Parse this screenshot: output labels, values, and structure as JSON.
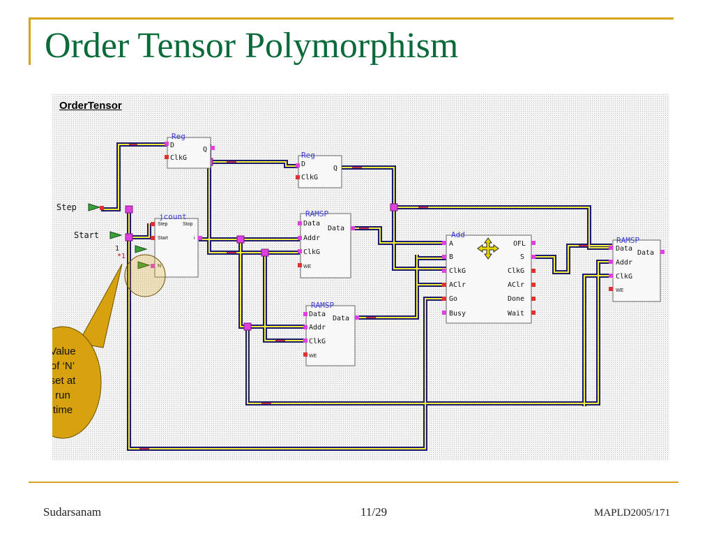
{
  "slide": {
    "title": "Order Tensor Polymorphism",
    "footer_left": "Sudarsanam",
    "footer_center": "11/29",
    "footer_right": "MAPLD2005/171"
  },
  "diagram": {
    "sheet_title": "OrderTensor",
    "inputs": {
      "step": "Step",
      "start": "Start",
      "const_one": "1",
      "const_one_star": "*1"
    },
    "reg1": {
      "name": "Reg",
      "port_d": "D",
      "port_clkg": "ClkG",
      "port_q": "Q"
    },
    "reg2": {
      "name": "Reg",
      "port_d": "D",
      "port_clkg": "ClkG",
      "port_q": "Q"
    },
    "jcount": {
      "name": "jcount",
      "port_step": "Step",
      "port_start": "Start",
      "port_stop": "Stop",
      "port_n": "N",
      "port_i": "i"
    },
    "ramsp1": {
      "name": "RAMSP",
      "port_data_in": "Data",
      "port_data_out": "Data",
      "port_addr": "Addr",
      "port_clkg": "ClkG",
      "port_we": "WE"
    },
    "ramsp2": {
      "name": "RAMSP",
      "port_data_in": "Data",
      "port_data_out": "Data",
      "port_addr": "Addr",
      "port_clkg": "ClkG",
      "port_we": "WE"
    },
    "ramsp3": {
      "name": "RAMSP",
      "port_data_in": "Data",
      "port_data_out": "Data",
      "port_addr": "Addr",
      "port_clkg": "ClkG",
      "port_we": "WE"
    },
    "add": {
      "name": "Add",
      "port_a": "A",
      "port_b": "B",
      "port_clkg_in": "ClkG",
      "port_aclr_in": "AClr",
      "port_go": "Go",
      "port_busy": "Busy",
      "port_ofl": "OFL",
      "port_s": "S",
      "port_clkg_out": "ClkG",
      "port_aclr_out": "AClr",
      "port_done": "Done",
      "port_wait": "Wait"
    }
  },
  "callout": {
    "lines": [
      "Value",
      "of ‘N’",
      "set at",
      "run",
      "time"
    ]
  },
  "colors": {
    "title": "#0b6a3a",
    "rule": "#d9a21b",
    "callout_fill": "#d8a20e",
    "wire_outer": "#1a1a6e",
    "wire_inner": "#f4ee3a"
  }
}
